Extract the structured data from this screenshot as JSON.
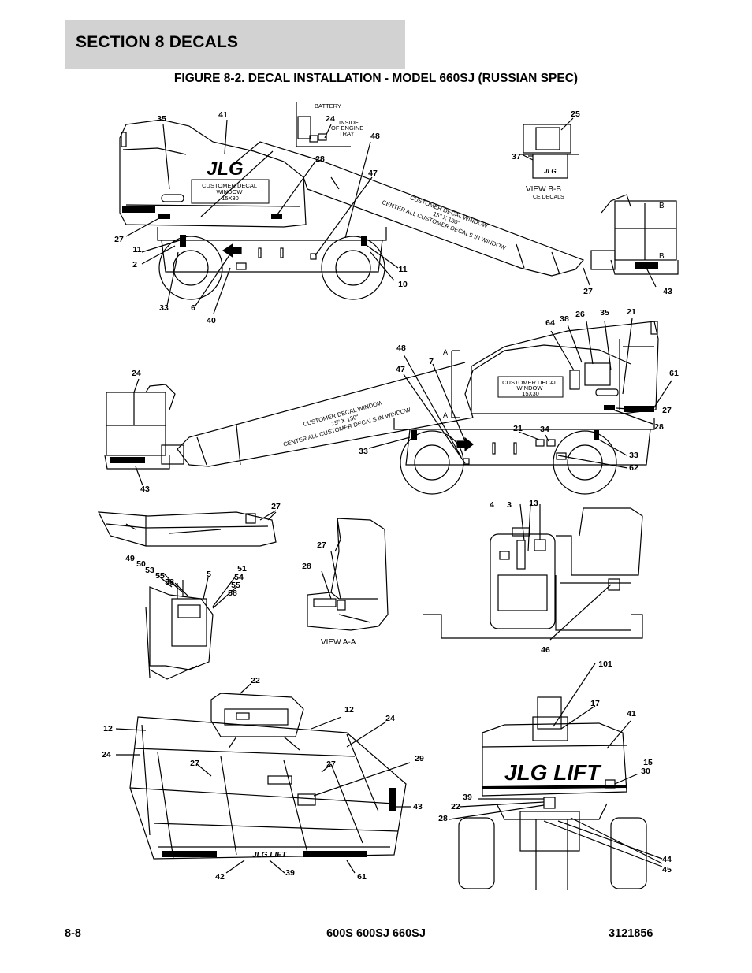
{
  "header": {
    "section": "SECTION 8   DECALS",
    "figure_title": "FIGURE 8-2. DECAL INSTALLATION - MODEL 660SJ (RUSSIAN SPEC)"
  },
  "notes": {
    "battery": "BATTERY",
    "inside_engine_tray": [
      "INSIDE",
      "OF ENGINE",
      "TRAY"
    ],
    "customer_decal_window": [
      "CUSTOMER DECAL",
      "WINDOW",
      "15X30"
    ],
    "boom_window_top": [
      "CUSTOMER DECAL WINDOW",
      "15\" X 130\"",
      "CENTER ALL CUSTOMER DECALS IN WINDOW"
    ],
    "view_bb": "VIEW B-B",
    "ce_decals": "CE DECALS",
    "view_aa": "VIEW A-A",
    "section_marks": [
      "A",
      "A",
      "B",
      "B"
    ],
    "brand_small": "JLG",
    "brand_large": "JLG LIFT"
  },
  "callouts": [
    {
      "id": "c-35a",
      "text": "35"
    },
    {
      "id": "c-41a",
      "text": "41"
    },
    {
      "id": "c-24a",
      "text": "24"
    },
    {
      "id": "c-48a",
      "text": "48"
    },
    {
      "id": "c-28a",
      "text": "28"
    },
    {
      "id": "c-47a",
      "text": "47"
    },
    {
      "id": "c-25",
      "text": "25"
    },
    {
      "id": "c-37",
      "text": "37"
    },
    {
      "id": "c-27a",
      "text": "27"
    },
    {
      "id": "c-11a",
      "text": "11"
    },
    {
      "id": "c-2",
      "text": "2"
    },
    {
      "id": "c-33a",
      "text": "33"
    },
    {
      "id": "c-6",
      "text": "6"
    },
    {
      "id": "c-40",
      "text": "40"
    },
    {
      "id": "c-11b",
      "text": "11"
    },
    {
      "id": "c-10",
      "text": "10"
    },
    {
      "id": "c-27b",
      "text": "27"
    },
    {
      "id": "c-43a",
      "text": "43"
    },
    {
      "id": "c-64",
      "text": "64"
    },
    {
      "id": "c-38",
      "text": "38"
    },
    {
      "id": "c-26",
      "text": "26"
    },
    {
      "id": "c-35b",
      "text": "35"
    },
    {
      "id": "c-21a",
      "text": "21"
    },
    {
      "id": "c-48b",
      "text": "48"
    },
    {
      "id": "c-47b",
      "text": "47"
    },
    {
      "id": "c-7",
      "text": "7"
    },
    {
      "id": "c-24b",
      "text": "24"
    },
    {
      "id": "c-61a",
      "text": "61"
    },
    {
      "id": "c-27c",
      "text": "27"
    },
    {
      "id": "c-28b",
      "text": "28"
    },
    {
      "id": "c-21b",
      "text": "21"
    },
    {
      "id": "c-34",
      "text": "34"
    },
    {
      "id": "c-33b",
      "text": "33"
    },
    {
      "id": "c-33c",
      "text": "33"
    },
    {
      "id": "c-62",
      "text": "62"
    },
    {
      "id": "c-43b",
      "text": "43"
    },
    {
      "id": "c-27d",
      "text": "27"
    },
    {
      "id": "c-4",
      "text": "4"
    },
    {
      "id": "c-3",
      "text": "3"
    },
    {
      "id": "c-13",
      "text": "13"
    },
    {
      "id": "c-27e",
      "text": "27"
    },
    {
      "id": "c-28c",
      "text": "28"
    },
    {
      "id": "c-49",
      "text": "49"
    },
    {
      "id": "c-50",
      "text": "50"
    },
    {
      "id": "c-53",
      "text": "53"
    },
    {
      "id": "c-55a",
      "text": "55"
    },
    {
      "id": "c-58a",
      "text": "58"
    },
    {
      "id": "c-5",
      "text": "5"
    },
    {
      "id": "c-51",
      "text": "51"
    },
    {
      "id": "c-54",
      "text": "54"
    },
    {
      "id": "c-55b",
      "text": "55"
    },
    {
      "id": "c-58b",
      "text": "58"
    },
    {
      "id": "c-46",
      "text": "46"
    },
    {
      "id": "c-22a",
      "text": "22"
    },
    {
      "id": "c-101",
      "text": "101"
    },
    {
      "id": "c-12a",
      "text": "12"
    },
    {
      "id": "c-24c",
      "text": "24"
    },
    {
      "id": "c-12b",
      "text": "12"
    },
    {
      "id": "c-17",
      "text": "17"
    },
    {
      "id": "c-41b",
      "text": "41"
    },
    {
      "id": "c-24d",
      "text": "24"
    },
    {
      "id": "c-27f",
      "text": "27"
    },
    {
      "id": "c-27g",
      "text": "27"
    },
    {
      "id": "c-29",
      "text": "29"
    },
    {
      "id": "c-15",
      "text": "15"
    },
    {
      "id": "c-30",
      "text": "30"
    },
    {
      "id": "c-43c",
      "text": "43"
    },
    {
      "id": "c-39a",
      "text": "39"
    },
    {
      "id": "c-22b",
      "text": "22"
    },
    {
      "id": "c-28d",
      "text": "28"
    },
    {
      "id": "c-42",
      "text": "42"
    },
    {
      "id": "c-39b",
      "text": "39"
    },
    {
      "id": "c-61b",
      "text": "61"
    },
    {
      "id": "c-44",
      "text": "44"
    },
    {
      "id": "c-45",
      "text": "45"
    }
  ],
  "footer": {
    "page": "8-8",
    "models": "600S 600SJ 660SJ",
    "doc_number": "3121856"
  }
}
